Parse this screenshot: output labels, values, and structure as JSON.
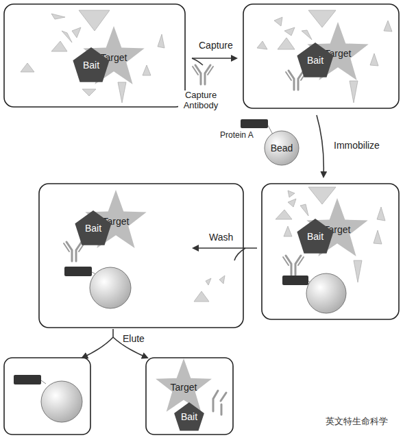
{
  "diagram": {
    "nodes": [
      {
        "text": [
          "Bait"
        ]
      },
      {
        "text": [
          "Target"
        ]
      },
      {
        "text": [
          "Bait"
        ]
      },
      {
        "text": [
          "Target"
        ]
      },
      {
        "text": [
          "Bead"
        ]
      },
      {
        "text": [
          "Bait"
        ]
      },
      {
        "text": [
          "Target"
        ]
      },
      {
        "text": [
          "Bait"
        ]
      },
      {
        "text": [
          "Target"
        ]
      },
      {
        "text": [
          "Target"
        ]
      },
      {
        "text": [
          "Bait"
        ]
      }
    ],
    "edges": [],
    "labels": [
      "Capture",
      "Capture Antibody",
      "Protein A",
      "Immobilize",
      "Wash",
      "Elute",
      "英文特生命科学"
    ]
  }
}
